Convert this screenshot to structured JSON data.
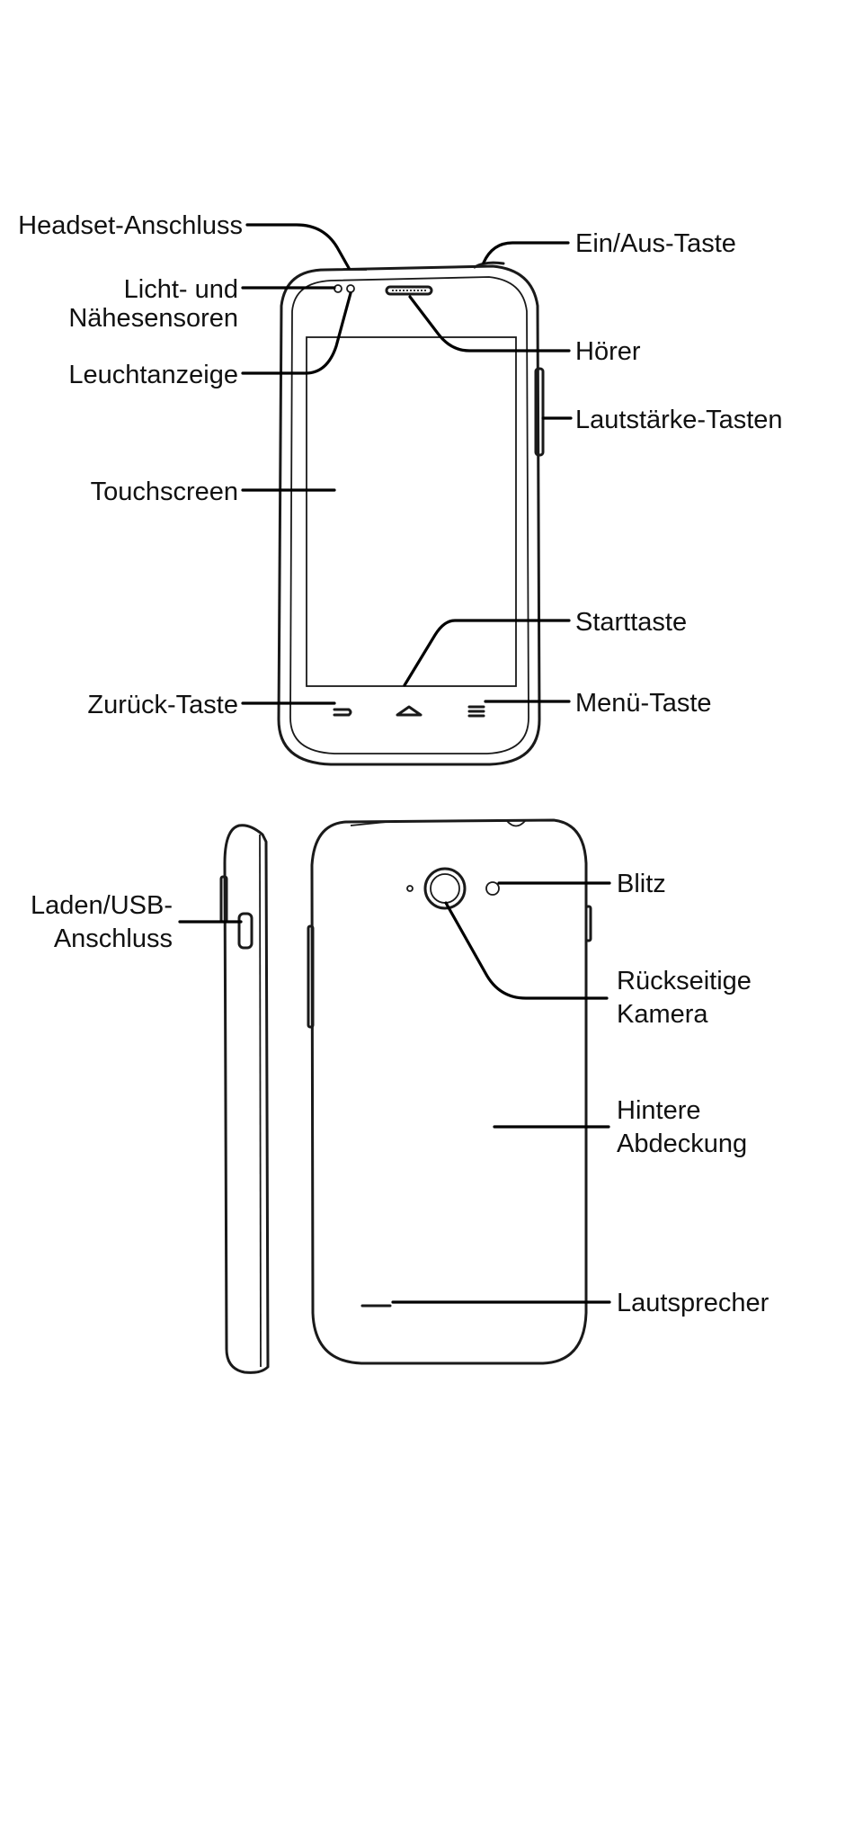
{
  "labels": {
    "headset": "Headset-Anschluss",
    "power": "Ein/Aus-Taste",
    "sensors_1": "Licht- und",
    "sensors_2": "Nähesensoren",
    "earpiece": "Hörer",
    "indicator": "Leuchtanzeige",
    "volume": "Lautstärke-Tasten",
    "touchscreen": "Touchscreen",
    "home": "Starttaste",
    "back": "Zurück-Taste",
    "menu": "Menü-Taste",
    "charging_1": "Laden/USB-",
    "charging_2": "Anschluss",
    "flash": "Blitz",
    "rear_camera_1": "Rückseitige",
    "rear_camera_2": "Kamera",
    "back_cover_1": "Hintere",
    "back_cover_2": "Abdeckung",
    "speaker": "Lautsprecher"
  },
  "colors": {
    "line": "#1a1a1a",
    "text": "#111111",
    "background": "#ffffff"
  }
}
